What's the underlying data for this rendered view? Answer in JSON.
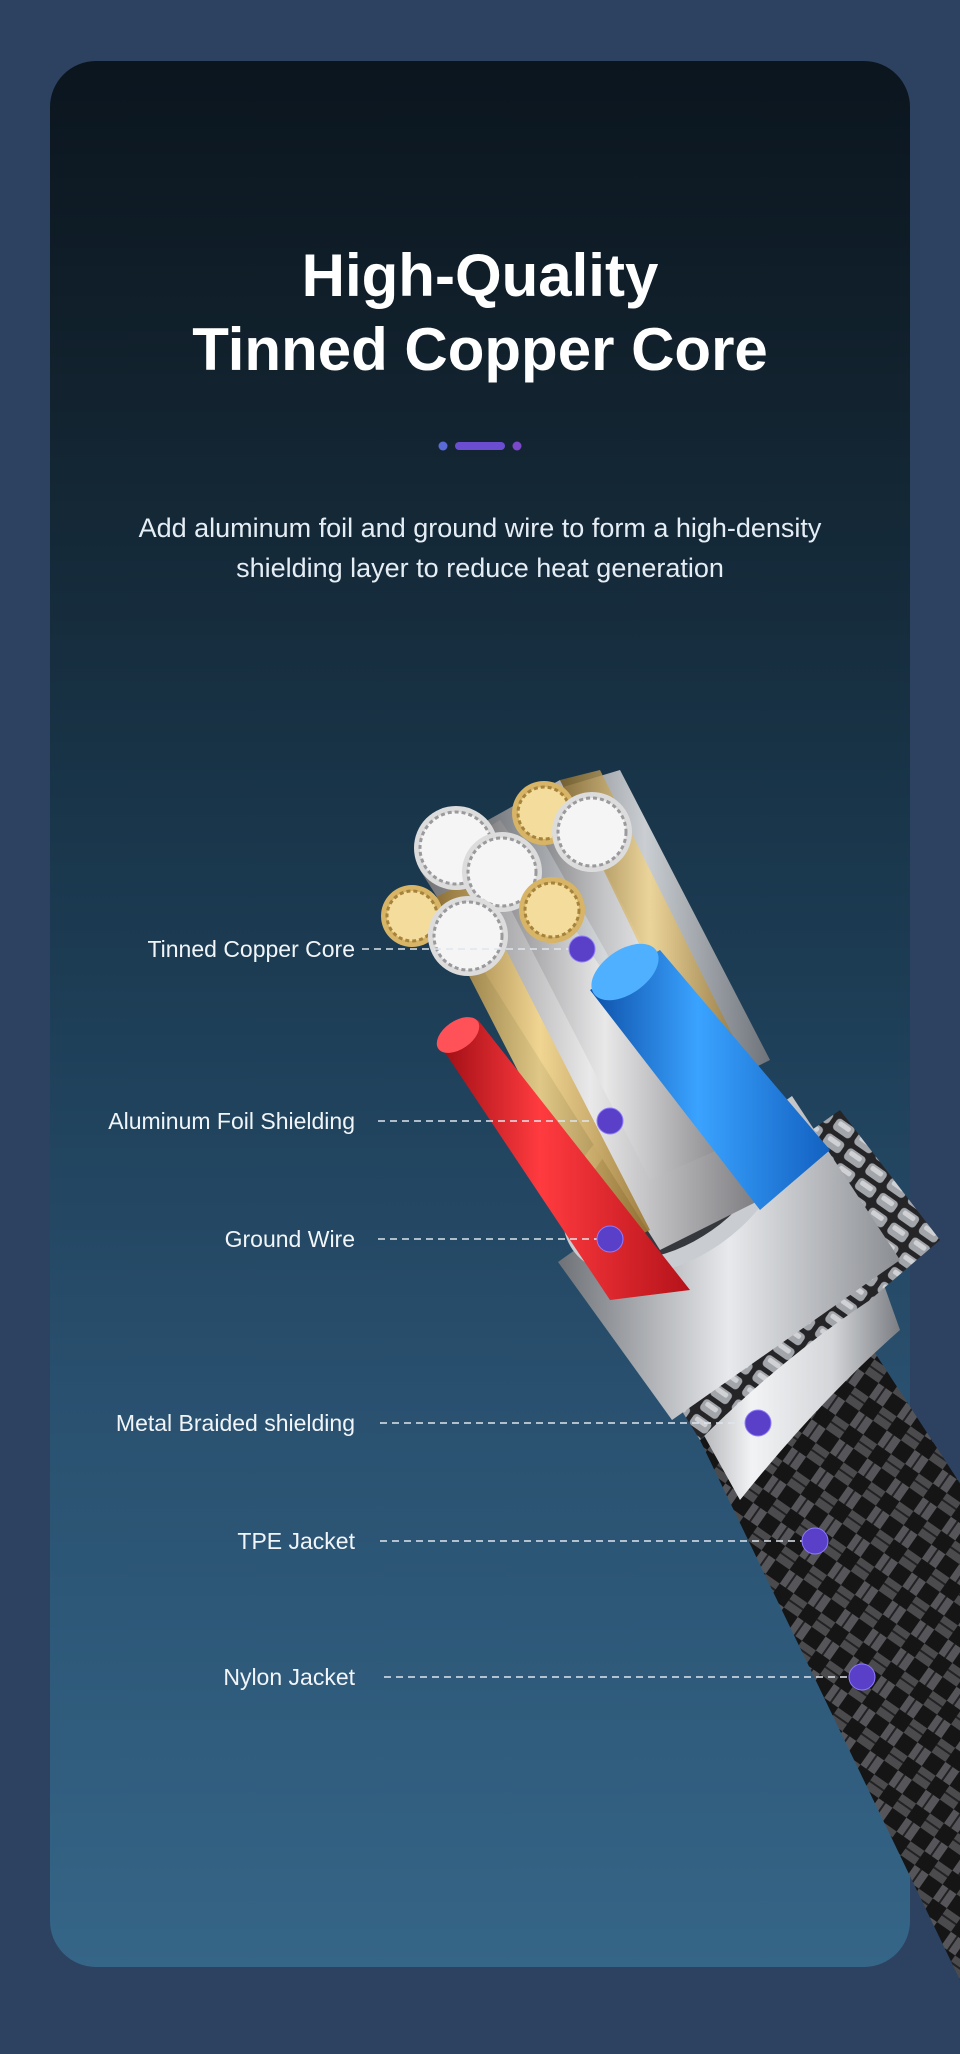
{
  "heading": {
    "line1": "High-Quality",
    "line2": "Tinned Copper Core"
  },
  "description": {
    "line1": "Add aluminum foil and ground wire to form a high-density",
    "line2": "shielding layer to reduce heat generation"
  },
  "callouts": [
    {
      "label": "Tinned Copper Core"
    },
    {
      "label": "Aluminum Foil Shielding"
    },
    {
      "label": "Ground Wire"
    },
    {
      "label": "Metal Braided shielding"
    },
    {
      "label": "TPE Jacket"
    },
    {
      "label": "Nylon Jacket"
    }
  ],
  "colors": {
    "page_bg": "#2c4260",
    "marker": "#5a3fc8",
    "title_text": "#ffffff",
    "red_wire": "#e31b24",
    "blue_wire": "#1e7fe0"
  }
}
